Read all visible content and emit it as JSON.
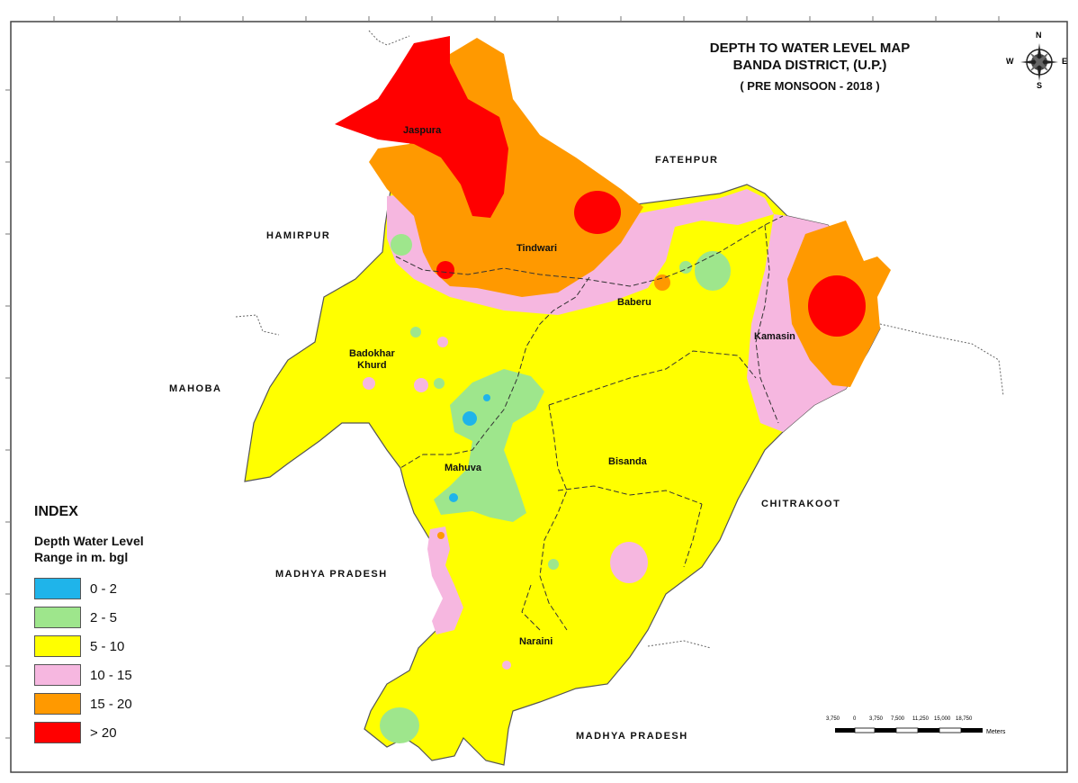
{
  "map_title": {
    "line1": "DEPTH TO WATER LEVEL MAP",
    "line2": "BANDA DISTRICT, (U.P.)",
    "line3": "( PRE MONSOON - 2018 )"
  },
  "neighbors": {
    "fatehpur": "FATEHPUR",
    "hamirpur": "HAMIRPUR",
    "mahoba": "MAHOBA",
    "chitrakoot": "CHITRAKOOT",
    "mp_west": "MADHYA PRADESH",
    "mp_south": "MADHYA PRADESH"
  },
  "blocks": {
    "jaspura": "Jaspura",
    "tindwari": "Tindwari",
    "baberu": "Baberu",
    "kamasin": "Kamasin",
    "badokhar_1": "Badokhar",
    "badokhar_2": "Khurd",
    "mahuva": "Mahuva",
    "bisanda": "Bisanda",
    "naraini": "Naraini"
  },
  "legend": {
    "heading": "INDEX",
    "title_1": "Depth Water Level",
    "title_2": "Range in m. bgl",
    "classes": [
      {
        "label": "0 - 2",
        "color": "#1fb4ea"
      },
      {
        "label": "2 - 5",
        "color": "#9ee68c"
      },
      {
        "label": "5 - 10",
        "color": "#ffff00"
      },
      {
        "label": "10 - 15",
        "color": "#f6b7e0"
      },
      {
        "label": "15 - 20",
        "color": "#ff9900"
      },
      {
        "label": "> 20",
        "color": "#ff0000"
      }
    ]
  },
  "compass": {
    "n": "N",
    "s": "S",
    "e": "E",
    "w": "W"
  },
  "scale_bar": {
    "ticks": [
      "3,750",
      "0",
      "3,750",
      "7,500",
      "11,250",
      "15,000",
      "18,750"
    ],
    "unit": "Meters"
  }
}
